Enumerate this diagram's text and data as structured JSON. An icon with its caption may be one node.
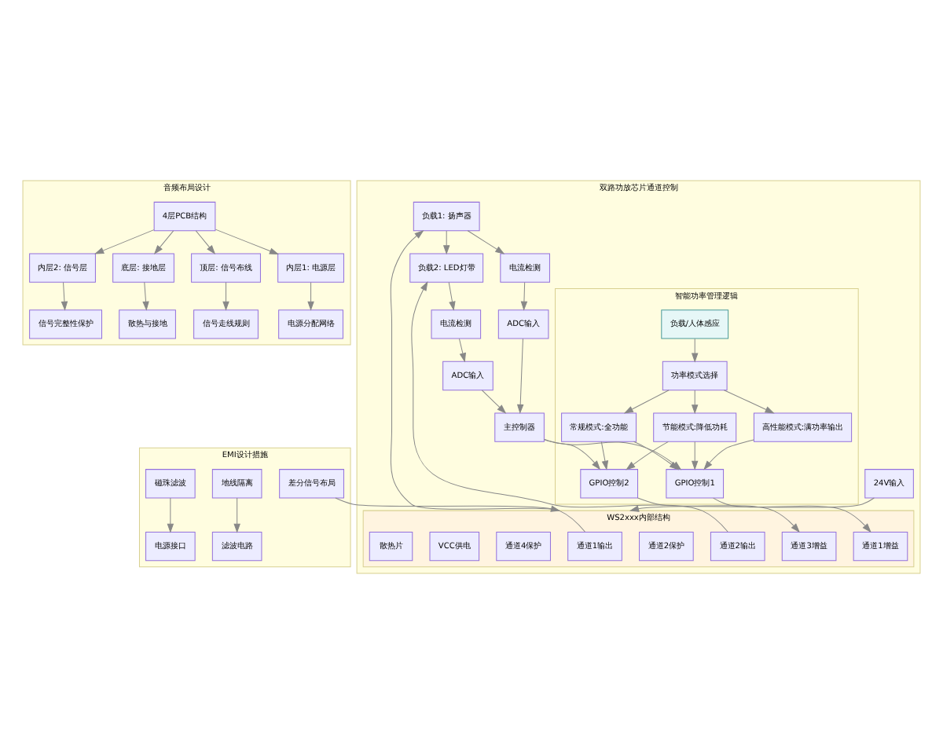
{
  "diagram": {
    "nodes": [
      {
        "text": [
          "音频布局设计"
        ]
      },
      {
        "text": [
          "4层PCB结构"
        ],
        "in": 0
      },
      {
        "text": [
          "顶层: 信号布线"
        ],
        "in": 0
      },
      {
        "text": [
          "内层1: 电源层"
        ],
        "in": 0
      },
      {
        "text": [
          "内层2: 信号层"
        ],
        "in": 0
      },
      {
        "text": [
          "底层: 接地层"
        ],
        "in": 0
      },
      {
        "text": [
          "信号走线规则"
        ],
        "in": 0
      },
      {
        "text": [
          "电源分配网络"
        ],
        "in": 0
      },
      {
        "text": [
          "信号完整性保护"
        ],
        "in": 0
      },
      {
        "text": [
          "散热与接地"
        ],
        "in": 0
      },
      {
        "text": [
          "EMI设计措施"
        ]
      },
      {
        "text": [
          "地线隔离"
        ],
        "in": 10
      },
      {
        "text": [
          "滤波电路"
        ],
        "in": 10
      },
      {
        "text": [
          "磁珠滤波"
        ],
        "in": 10
      },
      {
        "text": [
          "电源接口"
        ],
        "in": 10
      },
      {
        "text": [
          "差分信号布局"
        ],
        "in": 10
      },
      {
        "text": [
          "双路功放芯片通道控制"
        ]
      },
      {
        "text": [
          "24V输入"
        ],
        "in": 16
      },
      {
        "text": [
          "WS2xxx内部结构"
        ],
        "in": 16
      },
      {
        "text": [
          "通道1输出"
        ],
        "in": 18
      },
      {
        "text": [
          "通道2输出"
        ],
        "in": 18
      },
      {
        "text": [
          "通道1增益"
        ],
        "in": 18
      },
      {
        "text": [
          "通道2保护"
        ],
        "in": 18
      },
      {
        "text": [
          "通道3增益"
        ],
        "in": 18
      },
      {
        "text": [
          "通道4保护"
        ],
        "in": 18
      },
      {
        "text": [
          "VCC供电"
        ],
        "in": 18
      },
      {
        "text": [
          "散热片"
        ],
        "in": 18
      },
      {
        "text": [
          "智能功率管理逻辑"
        ],
        "in": 16
      },
      {
        "text": [
          "负载/人体感应"
        ],
        "in": 27
      },
      {
        "text": [
          "功率模式选择"
        ],
        "in": 27
      },
      {
        "text": [
          "高性能模式:满功率输出"
        ],
        "in": 27
      },
      {
        "text": [
          "常规模式:全功能"
        ],
        "in": 27
      },
      {
        "text": [
          "节能模式:降低功耗"
        ],
        "in": 27
      },
      {
        "text": [
          "GPIO控制1"
        ],
        "in": 27
      },
      {
        "text": [
          "GPIO控制2"
        ],
        "in": 27
      },
      {
        "text": [
          "负载1: 扬声器"
        ],
        "in": 16
      },
      {
        "text": [
          "电流检测"
        ],
        "in": 16
      },
      {
        "text": [
          "ADC输入"
        ],
        "in": 16
      },
      {
        "text": [
          "负载2: LED灯带"
        ],
        "in": 16
      },
      {
        "text": [
          "电流检测"
        ],
        "in": 16
      },
      {
        "text": [
          "ADC输入"
        ],
        "in": 16
      },
      {
        "text": [
          "主控制器"
        ],
        "in": 16
      }
    ],
    "edges": [
      {
        "from": 1,
        "to": 2,
        "arrow": "to"
      },
      {
        "from": 1,
        "to": 3,
        "arrow": "to"
      },
      {
        "from": 1,
        "to": 4,
        "arrow": "to"
      },
      {
        "from": 1,
        "to": 5,
        "arrow": "to"
      },
      {
        "from": 2,
        "to": 6,
        "arrow": "to"
      },
      {
        "from": 3,
        "to": 7,
        "arrow": "to"
      },
      {
        "from": 4,
        "to": 8,
        "arrow": "to"
      },
      {
        "from": 5,
        "to": 9,
        "arrow": "to"
      },
      {
        "from": 11,
        "to": 12,
        "arrow": "to"
      },
      {
        "from": 13,
        "to": 14,
        "arrow": "to"
      },
      {
        "from": 15,
        "to": 18,
        "arrow": "to"
      },
      {
        "from": 17,
        "to": 18,
        "arrow": "to"
      },
      {
        "from": 19,
        "to": 35,
        "arrow": "to"
      },
      {
        "from": 20,
        "to": 38,
        "arrow": "to"
      },
      {
        "from": 35,
        "to": 38,
        "arrow": "to"
      },
      {
        "from": 35,
        "to": 36,
        "arrow": "to"
      },
      {
        "from": 36,
        "to": 37,
        "arrow": "to"
      },
      {
        "from": 38,
        "to": 39,
        "arrow": "to"
      },
      {
        "from": 39,
        "to": 40,
        "arrow": "to"
      },
      {
        "from": 37,
        "to": 41,
        "arrow": "to"
      },
      {
        "from": 40,
        "to": 41,
        "arrow": "to"
      },
      {
        "from": 28,
        "to": 29,
        "arrow": "to"
      },
      {
        "from": 29,
        "to": 30,
        "arrow": "to"
      },
      {
        "from": 29,
        "to": 31,
        "arrow": "to"
      },
      {
        "from": 29,
        "to": 32,
        "arrow": "to"
      },
      {
        "from": 30,
        "to": 33,
        "arrow": "to"
      },
      {
        "from": 31,
        "to": 33,
        "arrow": "to"
      },
      {
        "from": 31,
        "to": 34,
        "arrow": "to"
      },
      {
        "from": 32,
        "to": 33,
        "arrow": "to"
      },
      {
        "from": 32,
        "to": 34,
        "arrow": "to"
      },
      {
        "from": 41,
        "to": 33,
        "arrow": "to"
      },
      {
        "from": 41,
        "to": 34,
        "arrow": "to"
      },
      {
        "from": 33,
        "to": 21,
        "arrow": "to"
      },
      {
        "from": 34,
        "to": 23,
        "arrow": "to"
      }
    ]
  }
}
